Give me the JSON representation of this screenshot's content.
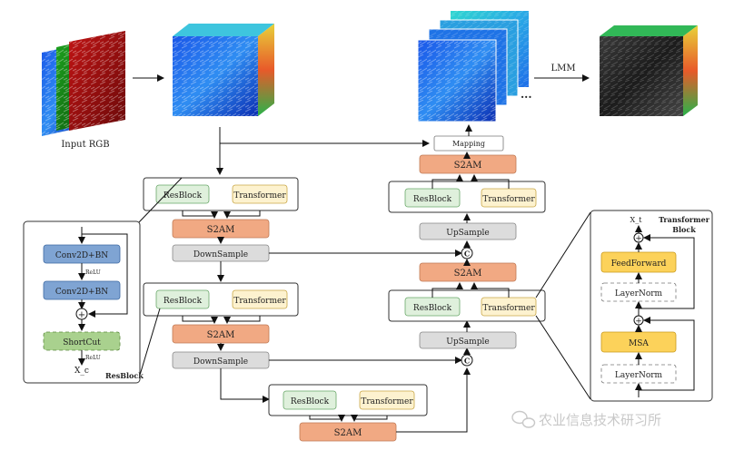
{
  "colors": {
    "resblock_fill": "#dff0dc",
    "resblock_stroke": "#6aa86a",
    "transformer_fill": "#fdf2cf",
    "transformer_stroke": "#c9a747",
    "s2am_fill": "#f1a983",
    "s2am_stroke": "#c07a55",
    "sample_fill": "#dcdcdc",
    "sample_stroke": "#888888",
    "conv_fill": "#7fa4d3",
    "conv_stroke": "#3e6aa3",
    "shortcut_fill": "#a9d18e",
    "shortcut_stroke": "#5b8a3c",
    "ff_fill": "#fcd25a",
    "ff_stroke": "#c99a1c",
    "watermark": "#c8c8c8"
  },
  "labels": {
    "input_rgb": "Input RGB",
    "lmm": "LMM",
    "mapping": "Mapping",
    "dots": "...",
    "resblock": "ResBlock",
    "transformer": "Transformer",
    "s2am": "S2AM",
    "downsample": "DownSample",
    "upsample": "UpSample",
    "concat": "C",
    "conv": "Conv2D+BN",
    "relu": "ReLU",
    "shortcut": "ShortCut",
    "xc": "X_c",
    "resblock_title": "ResBlock",
    "xt": "X_t",
    "transformer_block_title": "Transformer",
    "transformer_block_title2": "Block",
    "feedforward": "FeedForward",
    "layernorm": "LayerNorm",
    "msa": "MSA",
    "plus": "+"
  },
  "watermark": "农业信息技术研习所",
  "watermark_icon": "wechat-icon"
}
